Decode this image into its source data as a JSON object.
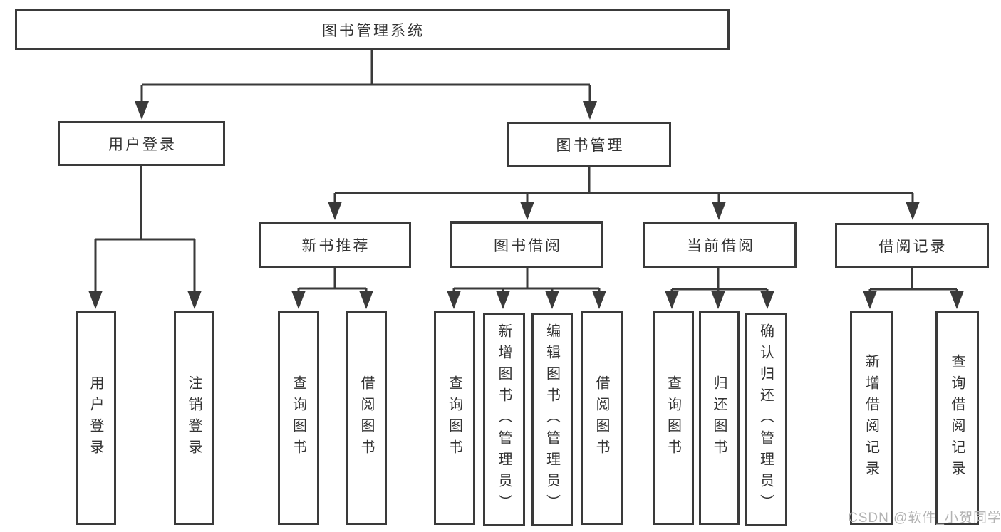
{
  "page": {
    "background_color": "#ffffff",
    "line_color": "#3a3a3a",
    "text_color": "#333333",
    "watermark_color": "#b3b3b3"
  },
  "tree": {
    "root": {
      "label": "图书管理系统"
    },
    "branches": [
      {
        "label": "用户登录",
        "children": [
          {
            "label": "用户登录"
          },
          {
            "label": "注销登录"
          }
        ]
      },
      {
        "label": "图书管理",
        "sections": [
          {
            "label": "新书推荐",
            "children": [
              {
                "label": "查询图书"
              },
              {
                "label": "借阅图书"
              }
            ]
          },
          {
            "label": "图书借阅",
            "children": [
              {
                "label": "查询图书"
              },
              {
                "label": "新增图书（管理员）"
              },
              {
                "label": "编辑图书（管理员）"
              },
              {
                "label": "借阅图书"
              }
            ]
          },
          {
            "label": "当前借阅",
            "children": [
              {
                "label": "查询图书"
              },
              {
                "label": "归还图书"
              },
              {
                "label": "确认归还（管理员）"
              }
            ]
          },
          {
            "label": "借阅记录",
            "children": [
              {
                "label": "新增借阅记录"
              },
              {
                "label": "查询借阅记录"
              }
            ]
          }
        ]
      }
    ]
  },
  "watermark": {
    "text": "CSDN @软件_小贺同学"
  }
}
